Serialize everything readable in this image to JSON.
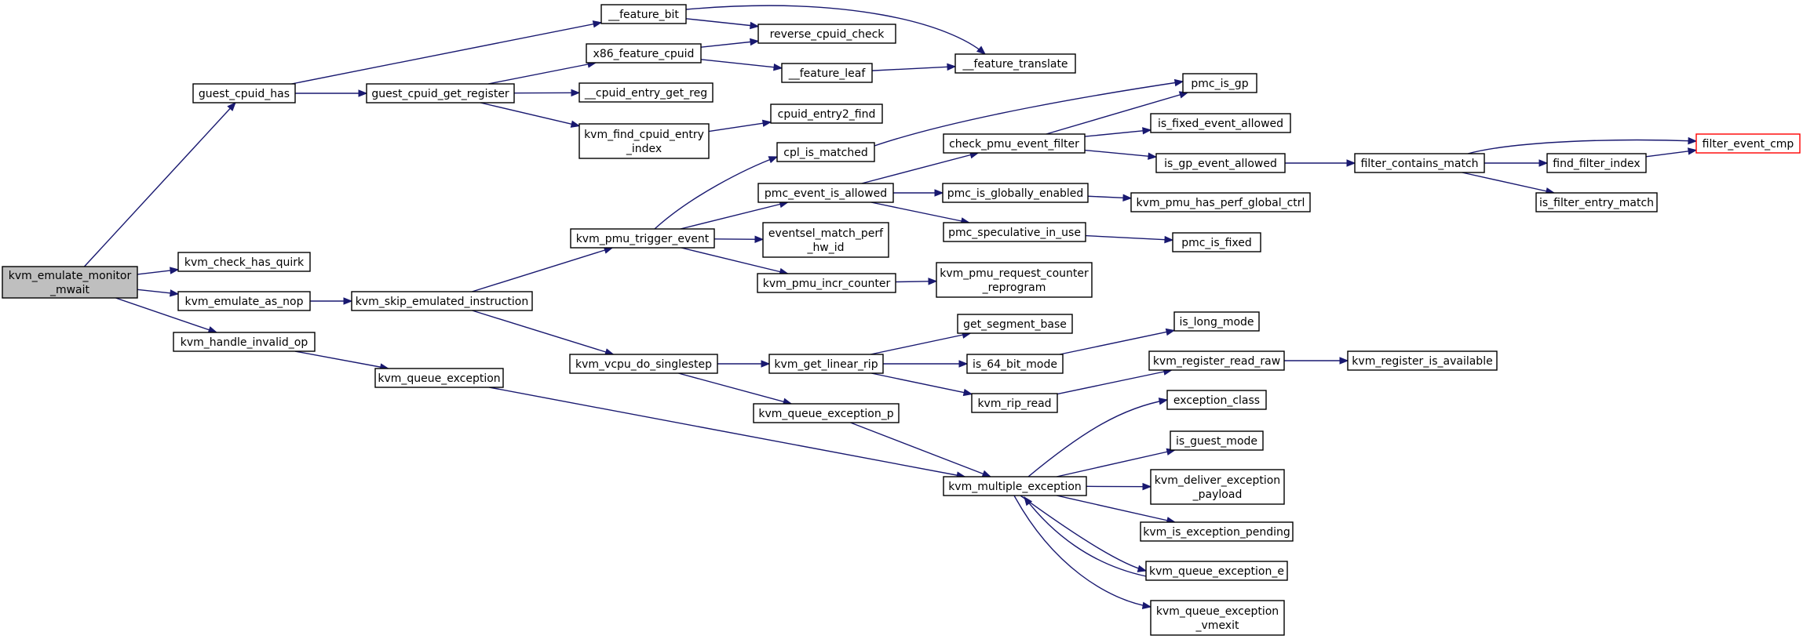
{
  "graph": {
    "title": "",
    "edge_color": "#191970",
    "highlight_color": "#ff0000",
    "root_fill": "#bfbfbf",
    "nodes": [
      {
        "id": "root",
        "lines": [
          "kvm_emulate_monitor",
          "_mwait"
        ],
        "style": "root"
      },
      {
        "id": "guest_cpuid_has",
        "lines": [
          "guest_cpuid_has"
        ]
      },
      {
        "id": "kvm_check_has_quirk",
        "lines": [
          "kvm_check_has_quirk"
        ]
      },
      {
        "id": "kvm_emulate_as_nop",
        "lines": [
          "kvm_emulate_as_nop"
        ]
      },
      {
        "id": "kvm_handle_invalid_op",
        "lines": [
          "kvm_handle_invalid_op"
        ]
      },
      {
        "id": "guest_cpuid_get_register",
        "lines": [
          "guest_cpuid_get_register"
        ]
      },
      {
        "id": "kvm_skip_emulated_instruction",
        "lines": [
          "kvm_skip_emulated_instruction"
        ]
      },
      {
        "id": "kvm_queue_exception",
        "lines": [
          "kvm_queue_exception"
        ]
      },
      {
        "id": "feature_bit",
        "lines": [
          "__feature_bit"
        ]
      },
      {
        "id": "x86_feature_cpuid",
        "lines": [
          "x86_feature_cpuid"
        ]
      },
      {
        "id": "cpuid_entry_get_reg",
        "lines": [
          "__cpuid_entry_get_reg"
        ]
      },
      {
        "id": "kvm_find_cpuid_entry_index",
        "lines": [
          "kvm_find_cpuid_entry",
          "_index"
        ]
      },
      {
        "id": "kvm_pmu_trigger_event",
        "lines": [
          "kvm_pmu_trigger_event"
        ]
      },
      {
        "id": "kvm_vcpu_do_singlestep",
        "lines": [
          "kvm_vcpu_do_singlestep"
        ]
      },
      {
        "id": "reverse_cpuid_check",
        "lines": [
          "reverse_cpuid_check"
        ]
      },
      {
        "id": "feature_leaf",
        "lines": [
          "__feature_leaf"
        ]
      },
      {
        "id": "cpuid_entry2_find",
        "lines": [
          "cpuid_entry2_find"
        ]
      },
      {
        "id": "cpl_is_matched",
        "lines": [
          "cpl_is_matched"
        ]
      },
      {
        "id": "pmc_event_is_allowed",
        "lines": [
          "pmc_event_is_allowed"
        ]
      },
      {
        "id": "eventsel_match_perf_hw_id",
        "lines": [
          "eventsel_match_perf",
          "_hw_id"
        ]
      },
      {
        "id": "kvm_pmu_incr_counter",
        "lines": [
          "kvm_pmu_incr_counter"
        ]
      },
      {
        "id": "kvm_get_linear_rip",
        "lines": [
          "kvm_get_linear_rip"
        ]
      },
      {
        "id": "kvm_queue_exception_p",
        "lines": [
          "kvm_queue_exception_p"
        ]
      },
      {
        "id": "feature_translate",
        "lines": [
          "__feature_translate"
        ]
      },
      {
        "id": "check_pmu_event_filter",
        "lines": [
          "check_pmu_event_filter"
        ]
      },
      {
        "id": "pmc_is_globally_enabled",
        "lines": [
          "pmc_is_globally_enabled"
        ]
      },
      {
        "id": "pmc_speculative_in_use",
        "lines": [
          "pmc_speculative_in_use"
        ]
      },
      {
        "id": "kvm_pmu_request_counter_reprogram",
        "lines": [
          "kvm_pmu_request_counter",
          "_reprogram"
        ]
      },
      {
        "id": "get_segment_base",
        "lines": [
          "get_segment_base"
        ]
      },
      {
        "id": "is_64_bit_mode",
        "lines": [
          "is_64_bit_mode"
        ]
      },
      {
        "id": "kvm_rip_read",
        "lines": [
          "kvm_rip_read"
        ]
      },
      {
        "id": "kvm_multiple_exception",
        "lines": [
          "kvm_multiple_exception"
        ]
      },
      {
        "id": "pmc_is_gp",
        "lines": [
          "pmc_is_gp"
        ]
      },
      {
        "id": "is_fixed_event_allowed",
        "lines": [
          "is_fixed_event_allowed"
        ]
      },
      {
        "id": "is_gp_event_allowed",
        "lines": [
          "is_gp_event_allowed"
        ]
      },
      {
        "id": "kvm_pmu_has_perf_global_ctrl",
        "lines": [
          "kvm_pmu_has_perf_global_ctrl"
        ]
      },
      {
        "id": "pmc_is_fixed",
        "lines": [
          "pmc_is_fixed"
        ]
      },
      {
        "id": "is_long_mode",
        "lines": [
          "is_long_mode"
        ]
      },
      {
        "id": "kvm_register_read_raw",
        "lines": [
          "kvm_register_read_raw"
        ]
      },
      {
        "id": "exception_class",
        "lines": [
          "exception_class"
        ]
      },
      {
        "id": "is_guest_mode",
        "lines": [
          "is_guest_mode"
        ]
      },
      {
        "id": "kvm_deliver_exception_payload",
        "lines": [
          "kvm_deliver_exception",
          "_payload"
        ]
      },
      {
        "id": "kvm_is_exception_pending",
        "lines": [
          "kvm_is_exception_pending"
        ]
      },
      {
        "id": "kvm_queue_exception_e",
        "lines": [
          "kvm_queue_exception_e"
        ]
      },
      {
        "id": "kvm_queue_exception_vmexit",
        "lines": [
          "kvm_queue_exception",
          "_vmexit"
        ]
      },
      {
        "id": "filter_contains_match",
        "lines": [
          "filter_contains_match"
        ]
      },
      {
        "id": "kvm_register_is_available",
        "lines": [
          "kvm_register_is_available"
        ]
      },
      {
        "id": "find_filter_index",
        "lines": [
          "find_filter_index"
        ]
      },
      {
        "id": "is_filter_entry_match",
        "lines": [
          "is_filter_entry_match"
        ]
      },
      {
        "id": "filter_event_cmp",
        "lines": [
          "filter_event_cmp"
        ],
        "style": "highlight"
      }
    ],
    "edges": [
      [
        "root",
        "guest_cpuid_has"
      ],
      [
        "root",
        "kvm_check_has_quirk"
      ],
      [
        "root",
        "kvm_emulate_as_nop"
      ],
      [
        "root",
        "kvm_handle_invalid_op"
      ],
      [
        "guest_cpuid_has",
        "feature_bit"
      ],
      [
        "guest_cpuid_has",
        "guest_cpuid_get_register"
      ],
      [
        "guest_cpuid_get_register",
        "x86_feature_cpuid"
      ],
      [
        "guest_cpuid_get_register",
        "cpuid_entry_get_reg"
      ],
      [
        "guest_cpuid_get_register",
        "kvm_find_cpuid_entry_index"
      ],
      [
        "kvm_emulate_as_nop",
        "kvm_skip_emulated_instruction"
      ],
      [
        "kvm_handle_invalid_op",
        "kvm_queue_exception"
      ],
      [
        "feature_bit",
        "reverse_cpuid_check"
      ],
      [
        "feature_bit",
        "feature_translate"
      ],
      [
        "x86_feature_cpuid",
        "reverse_cpuid_check"
      ],
      [
        "x86_feature_cpuid",
        "feature_leaf"
      ],
      [
        "feature_leaf",
        "feature_translate"
      ],
      [
        "kvm_find_cpuid_entry_index",
        "cpuid_entry2_find"
      ],
      [
        "kvm_skip_emulated_instruction",
        "kvm_pmu_trigger_event"
      ],
      [
        "kvm_skip_emulated_instruction",
        "kvm_vcpu_do_singlestep"
      ],
      [
        "kvm_queue_exception",
        "kvm_multiple_exception"
      ],
      [
        "kvm_pmu_trigger_event",
        "cpl_is_matched"
      ],
      [
        "kvm_pmu_trigger_event",
        "pmc_event_is_allowed"
      ],
      [
        "kvm_pmu_trigger_event",
        "eventsel_match_perf_hw_id"
      ],
      [
        "kvm_pmu_trigger_event",
        "kvm_pmu_incr_counter"
      ],
      [
        "cpl_is_matched",
        "pmc_is_gp"
      ],
      [
        "pmc_event_is_allowed",
        "check_pmu_event_filter"
      ],
      [
        "pmc_event_is_allowed",
        "pmc_is_globally_enabled"
      ],
      [
        "pmc_event_is_allowed",
        "pmc_speculative_in_use"
      ],
      [
        "kvm_pmu_incr_counter",
        "kvm_pmu_request_counter_reprogram"
      ],
      [
        "check_pmu_event_filter",
        "pmc_is_gp"
      ],
      [
        "check_pmu_event_filter",
        "is_fixed_event_allowed"
      ],
      [
        "check_pmu_event_filter",
        "is_gp_event_allowed"
      ],
      [
        "is_gp_event_allowed",
        "filter_contains_match"
      ],
      [
        "filter_contains_match",
        "filter_event_cmp"
      ],
      [
        "filter_contains_match",
        "find_filter_index"
      ],
      [
        "filter_contains_match",
        "is_filter_entry_match"
      ],
      [
        "find_filter_index",
        "filter_event_cmp"
      ],
      [
        "pmc_is_globally_enabled",
        "kvm_pmu_has_perf_global_ctrl"
      ],
      [
        "pmc_speculative_in_use",
        "pmc_is_fixed"
      ],
      [
        "kvm_vcpu_do_singlestep",
        "kvm_get_linear_rip"
      ],
      [
        "kvm_vcpu_do_singlestep",
        "kvm_queue_exception_p"
      ],
      [
        "kvm_get_linear_rip",
        "get_segment_base"
      ],
      [
        "kvm_get_linear_rip",
        "is_64_bit_mode"
      ],
      [
        "kvm_get_linear_rip",
        "kvm_rip_read"
      ],
      [
        "is_64_bit_mode",
        "is_long_mode"
      ],
      [
        "kvm_rip_read",
        "kvm_register_read_raw"
      ],
      [
        "kvm_register_read_raw",
        "kvm_register_is_available"
      ],
      [
        "kvm_queue_exception_p",
        "kvm_multiple_exception"
      ],
      [
        "kvm_multiple_exception",
        "exception_class"
      ],
      [
        "kvm_multiple_exception",
        "is_guest_mode"
      ],
      [
        "kvm_multiple_exception",
        "kvm_deliver_exception_payload"
      ],
      [
        "kvm_multiple_exception",
        "kvm_is_exception_pending"
      ],
      [
        "kvm_multiple_exception",
        "kvm_queue_exception_e"
      ],
      [
        "kvm_multiple_exception",
        "kvm_queue_exception_vmexit"
      ],
      [
        "kvm_queue_exception_e",
        "kvm_multiple_exception"
      ]
    ]
  }
}
